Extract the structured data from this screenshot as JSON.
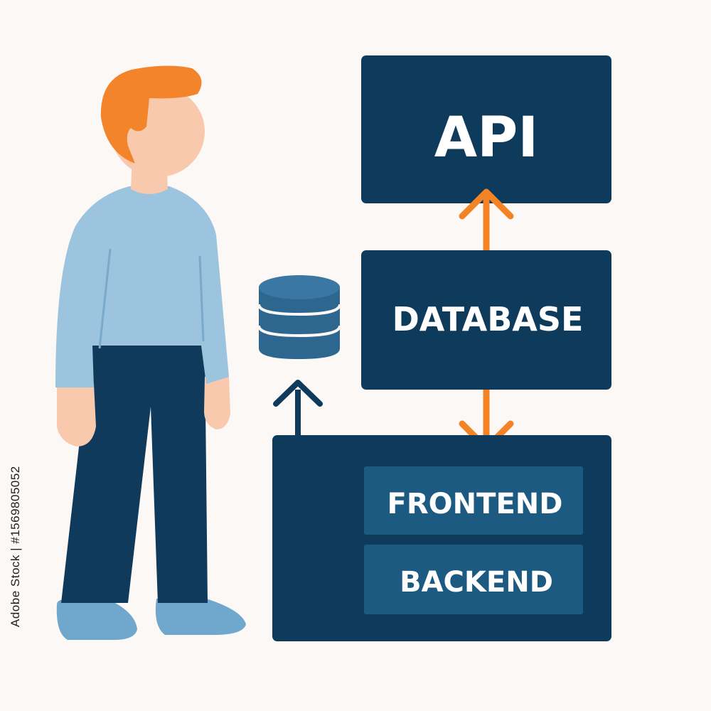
{
  "diagram": {
    "boxes": {
      "api": {
        "label": "API"
      },
      "database": {
        "label": "DATABASE"
      },
      "frontend": {
        "label": "FRONTEND"
      },
      "backend": {
        "label": "BACKEND"
      }
    },
    "side_identifier": "Adobe Stock | #1569805052"
  },
  "colors": {
    "background": "#fbf8f6",
    "box_dark": "#0e3b5c",
    "box_inner": "#1d5a82",
    "arrow_orange": "#f48325",
    "arrow_dark": "#0e3b5c",
    "shirt": "#9cc4df",
    "pants": "#0f3a5c",
    "shoes": "#6fa8cc",
    "skin": "#f8c9ad",
    "hair": "#f3842a",
    "db_icon": "#2d6790"
  },
  "icons": [
    "database-icon",
    "person-illustration",
    "double-arrow-icon",
    "up-arrow-icon"
  ]
}
